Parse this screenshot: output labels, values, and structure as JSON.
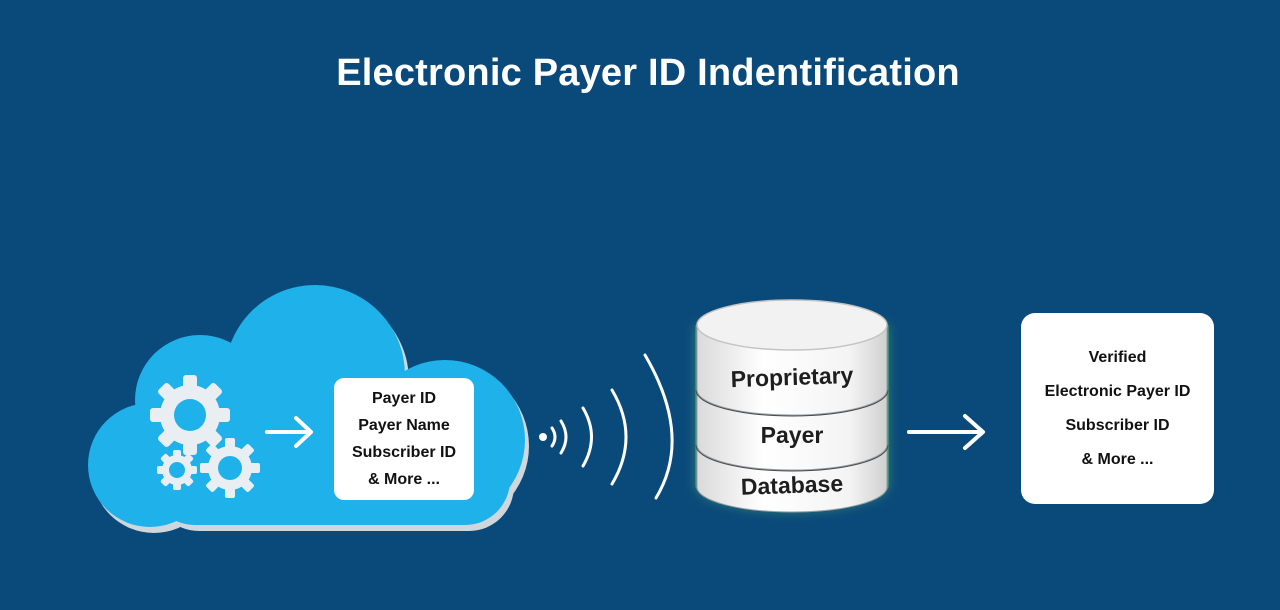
{
  "title": "Electronic Payer ID Indentification",
  "cloud": {
    "card_lines": [
      "Payer ID",
      "Payer Name",
      "Subscriber ID",
      "& More ..."
    ],
    "icons": [
      "gear-icon",
      "arrow-right-icon"
    ]
  },
  "signal": {
    "icon": "wireless-signal-icon"
  },
  "database": {
    "labels": [
      "Proprietary",
      "Payer",
      "Database"
    ],
    "icon": "database-cylinder-icon"
  },
  "result": {
    "lines": [
      "Verified",
      "Electronic Payer ID",
      "Subscriber ID",
      "& More ..."
    ]
  },
  "colors": {
    "background": "#0a4a7a",
    "cloud": "#1fb1ea",
    "gear": "#e8eef2",
    "db_glow": "#6fd06a",
    "white": "#ffffff"
  }
}
